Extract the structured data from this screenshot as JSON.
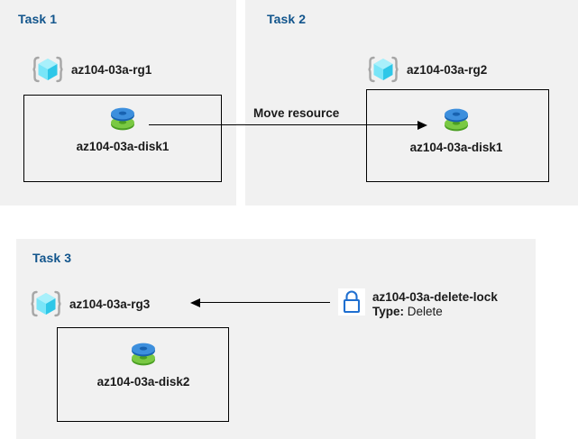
{
  "diagram": {
    "title": "Azure resource group tasks diagram",
    "background_color": "#ffffff",
    "panel_color": "#f1f1f1",
    "heading_color": "#12558c",
    "text_color": "#1a1a1a",
    "lock_color": "#1f6fd0"
  },
  "panels": [
    {
      "id": "task1",
      "title": "Task 1",
      "resource_group": {
        "icon": "resource-group-cube-icon",
        "label": "az104-03a-rg1"
      },
      "resource": {
        "icon": "managed-disk-icon",
        "label": "az104-03a-disk1"
      }
    },
    {
      "id": "task2",
      "title": "Task 2",
      "resource_group": {
        "icon": "resource-group-cube-icon",
        "label": "az104-03a-rg2"
      },
      "resource": {
        "icon": "managed-disk-icon",
        "label": "az104-03a-disk1"
      }
    },
    {
      "id": "task3",
      "title": "Task 3",
      "resource_group": {
        "icon": "resource-group-cube-icon",
        "label": "az104-03a-rg3"
      },
      "resource": {
        "icon": "managed-disk-icon",
        "label": "az104-03a-disk2"
      }
    }
  ],
  "connectors": {
    "move": {
      "label": "Move resource",
      "direction": "right",
      "from": "az104-03a-disk1",
      "to": "az104-03a-disk1"
    },
    "lock_link": {
      "label": "",
      "direction": "left",
      "from": "az104-03a-delete-lock",
      "to": "az104-03a-rg3"
    }
  },
  "lock": {
    "icon": "padlock-icon",
    "name": "az104-03a-delete-lock",
    "type_key": "Type:",
    "type_value": "Delete"
  }
}
